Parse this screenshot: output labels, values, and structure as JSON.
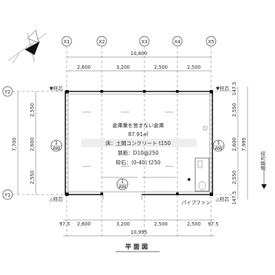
{
  "grid_labels": {
    "x": [
      "X1",
      "X2",
      "X3",
      "X4",
      "X5"
    ],
    "y": [
      "Y2",
      "Y1"
    ]
  },
  "dimensions": {
    "total_top": "10,800",
    "top_segments": [
      "2,600",
      "3,200",
      "2,500",
      "2,500"
    ],
    "bottom_segments": [
      "97.5",
      "2,600",
      "3,200",
      "2,500",
      "2,500",
      "97.5"
    ],
    "total_bottom": "10,995",
    "left_total": "7,700",
    "left_segments": [
      "2,550",
      "2,600",
      "2,550"
    ],
    "right_total": "7,995",
    "right_segments": [
      "147.5",
      "2,550",
      "2,600",
      "2,550",
      "147.5"
    ]
  },
  "annotations": {
    "room_title": "倉庫業を営まない倉庫",
    "room_area": "87.91㎡",
    "floor_spec": "床：土間コンクリート t150",
    "beam_spec": "鉄筋：D10@250",
    "gravel_spec": "砕石：(0-40) t250",
    "column_label_top_left": "▼柱芯",
    "column_label_top_right": "▼柱芯",
    "column_label_bottom_left": "△柱芯",
    "column_label_bottom_right": "△柱芯",
    "pipe_fan": "パイプファン",
    "road_direction": "道路方向",
    "aw_label": "AW",
    "window_number": "1",
    "floor_plan_title": "平面図"
  }
}
